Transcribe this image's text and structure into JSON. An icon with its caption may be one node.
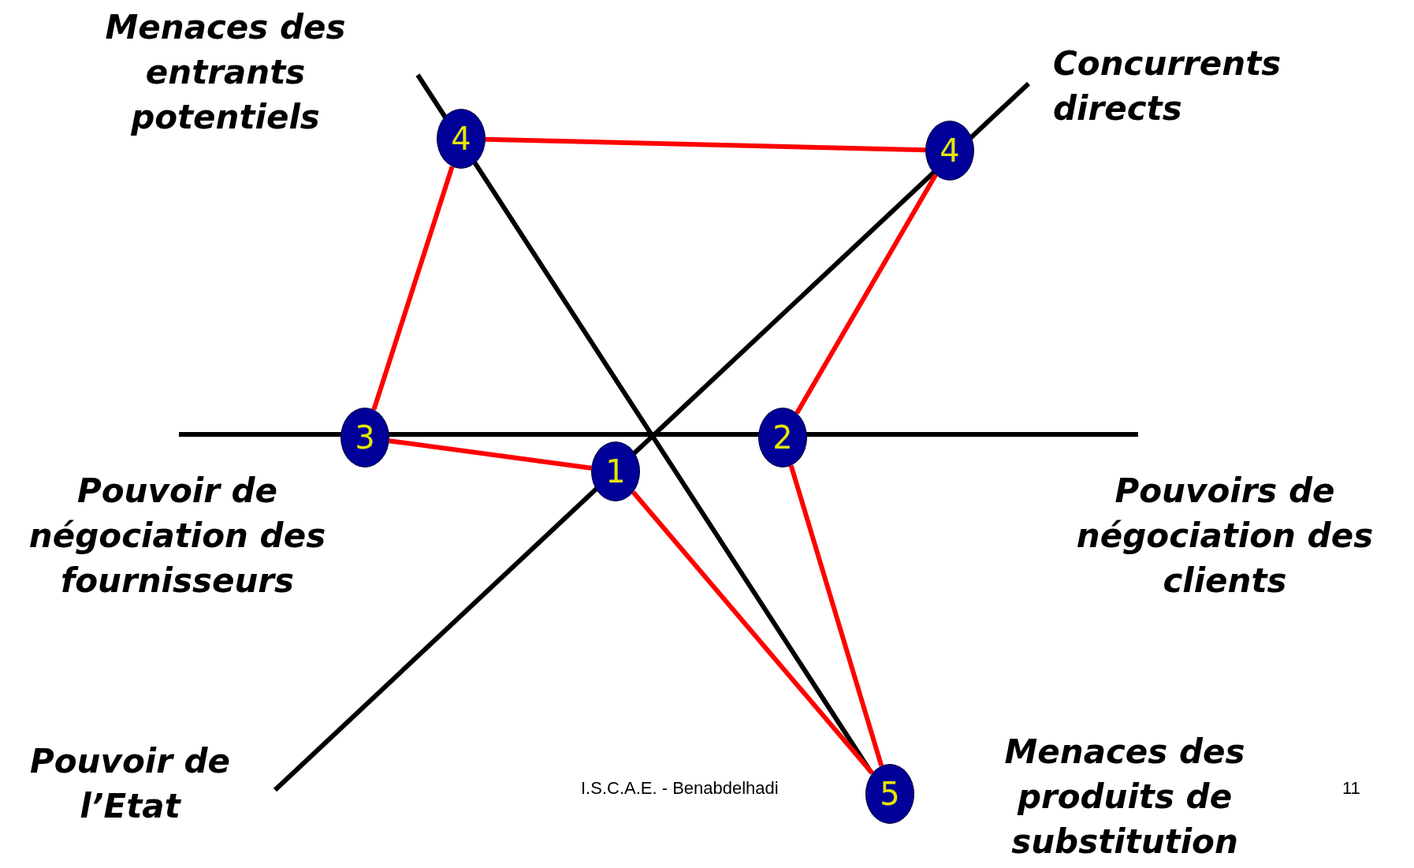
{
  "diagram": {
    "nodes": [
      {
        "text": [
          "4"
        ]
      },
      {
        "text": [
          "4"
        ]
      },
      {
        "text": [
          "3"
        ]
      },
      {
        "text": [
          "2"
        ]
      },
      {
        "text": [
          "1"
        ]
      },
      {
        "text": [
          "5"
        ]
      }
    ],
    "edges": [
      {
        "from": 0,
        "to": 1,
        "arrow": "none"
      },
      {
        "from": 0,
        "to": 2,
        "arrow": "none"
      },
      {
        "from": 2,
        "to": 4,
        "arrow": "none"
      },
      {
        "from": 4,
        "to": 5,
        "arrow": "none"
      },
      {
        "from": 5,
        "to": 3,
        "arrow": "none"
      },
      {
        "from": 3,
        "to": 1,
        "arrow": "none"
      }
    ],
    "labels": [
      "Menaces des entrants potentiels",
      "Concurrents directs",
      "Pouvoir de négociation des fournisseurs",
      "Pouvoirs de négociation des clients",
      "Pouvoir de l’Etat",
      "I.S.C.A.E. - Benabdelhadi",
      "Menaces des produits de substitution",
      "11"
    ]
  }
}
